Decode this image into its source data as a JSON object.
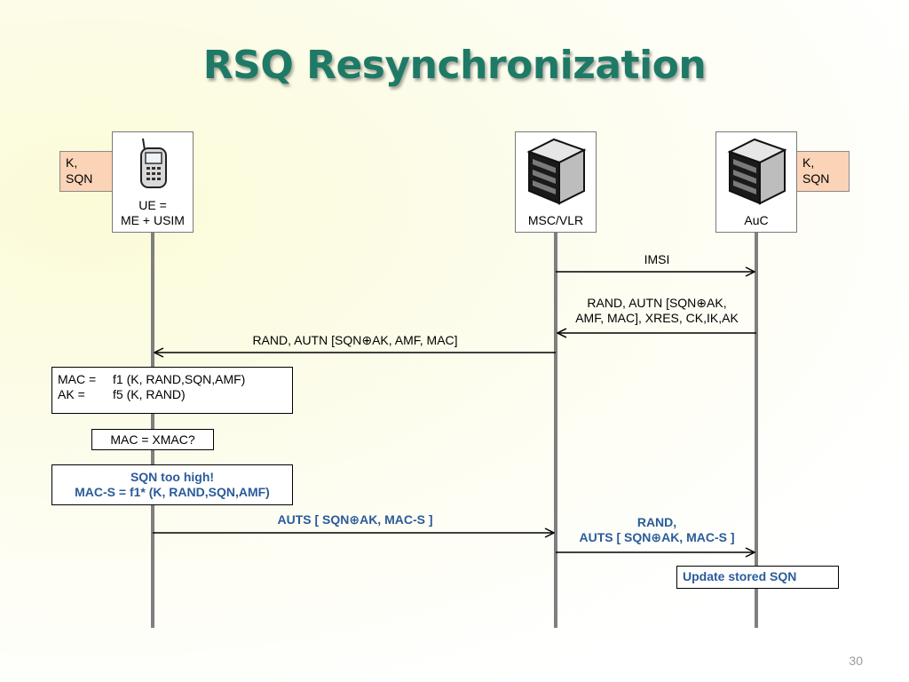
{
  "slide": {
    "title": "RSQ Resynchronization",
    "page_number": "30"
  },
  "entities": {
    "ue": {
      "line1": "UE =",
      "line2": "ME + USIM",
      "icon": "mobile-phone-icon"
    },
    "msc": {
      "label": "MSC/VLR",
      "icon": "server-icon"
    },
    "auc": {
      "label": "AuC",
      "icon": "server-icon"
    }
  },
  "keys": {
    "ue": {
      "line1": "K,",
      "line2": "SQN"
    },
    "auc": {
      "line1": "K,",
      "line2": "SQN"
    }
  },
  "messages": {
    "imsi": "IMSI",
    "auc_to_msc": {
      "line1": "RAND, AUTN [SQN⊕AK,",
      "line2": "AMF, MAC], XRES, CK,IK,AK"
    },
    "msc_to_ue": "RAND, AUTN [SQN⊕AK, AMF, MAC]",
    "auts": "AUTS [ SQN⊕AK, MAC-S ]",
    "msc_to_auc": {
      "line1": "RAND,",
      "line2": "AUTS [ SQN⊕AK, MAC-S ]"
    }
  },
  "notes": {
    "compute": {
      "mac_label": "MAC =",
      "mac_value": "f1 (K, RAND,SQN,AMF)",
      "ak_label": "AK =",
      "ak_value": "f5 (K, RAND)"
    },
    "check": "MAC = XMAC?",
    "too_high": {
      "line1": "SQN too high!",
      "line2": "MAC-S = f1* (K, RAND,SQN,AMF)"
    },
    "update": "Update stored SQN"
  },
  "colors": {
    "title": "#1e7a66",
    "highlight_text": "#2a5b9a",
    "key_box": "#fbd3b6",
    "lifeline": "#7f7f7f"
  }
}
